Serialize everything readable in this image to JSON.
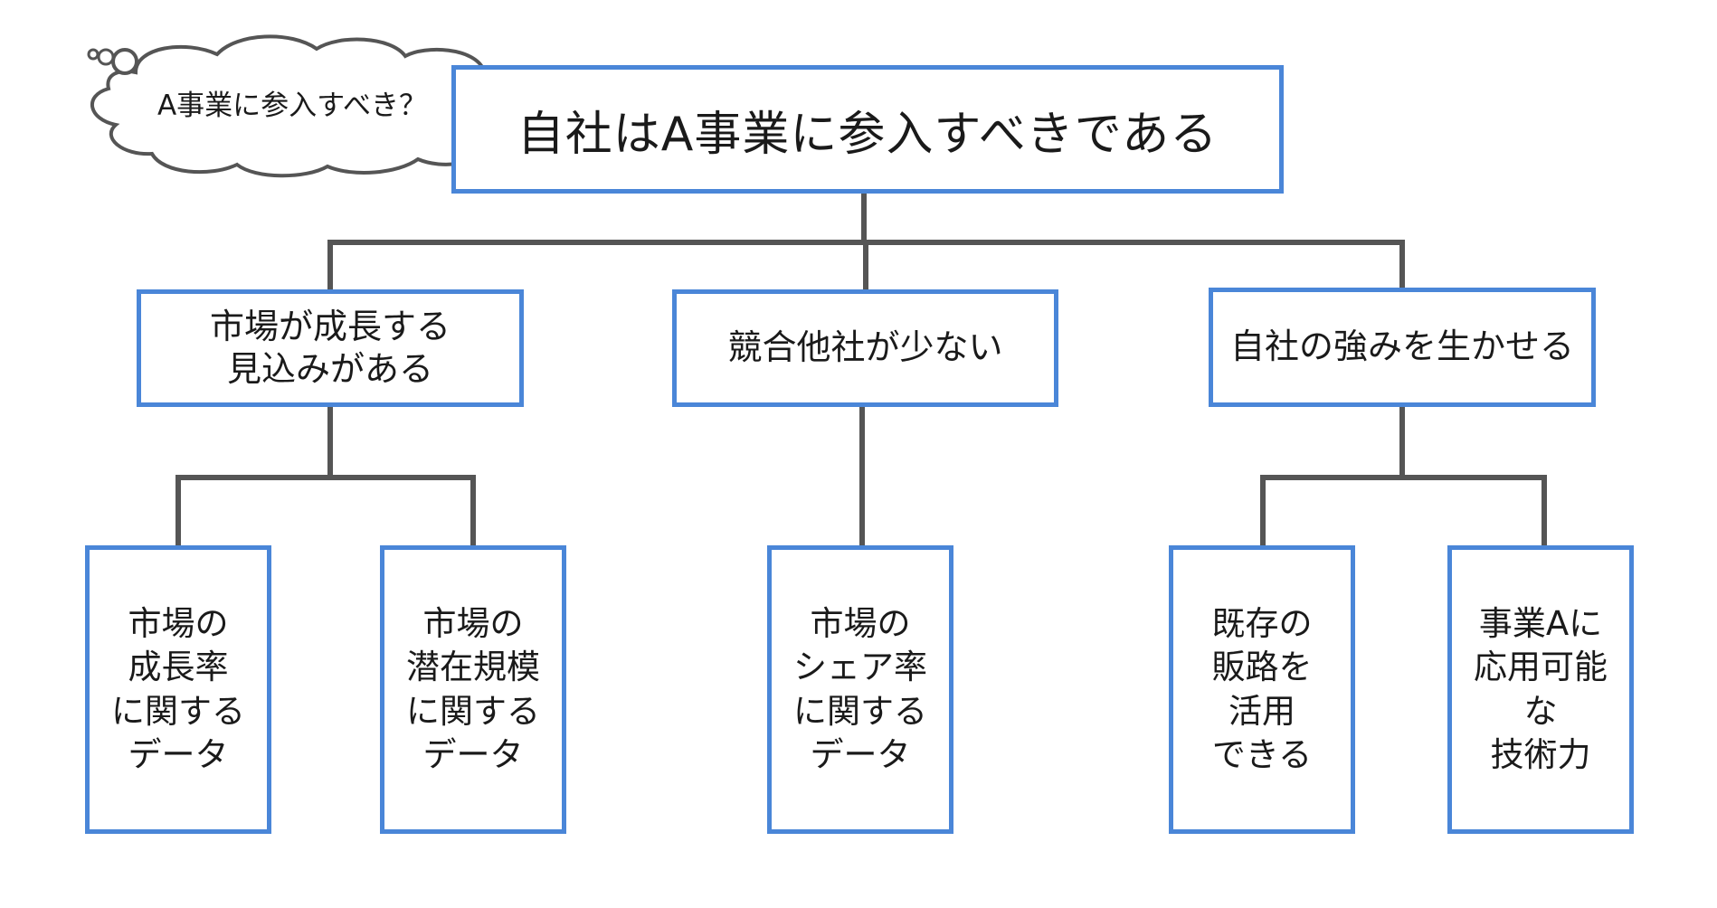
{
  "thought_bubble": {
    "text": "A事業に参入すべき？"
  },
  "root": {
    "text": "自社はA事業に参入すべきである"
  },
  "level2": [
    {
      "text": "市場が成長する\n見込みがある"
    },
    {
      "text": "競合他社が少ない"
    },
    {
      "text": "自社の強みを生かせる"
    }
  ],
  "level3": [
    {
      "text": "市場の\n成長率\nに関する\nデータ"
    },
    {
      "text": "市場の\n潜在規模\nに関する\nデータ"
    },
    {
      "text": "市場の\nシェア率\nに関する\nデータ"
    },
    {
      "text": "既存の\n販路を\n活用\nできる"
    },
    {
      "text": "事業Aに\n応用可能\nな\n技術力"
    }
  ],
  "colors": {
    "box_border": "#4a86d8",
    "connector": "#555555",
    "cloud_stroke": "#555555"
  }
}
